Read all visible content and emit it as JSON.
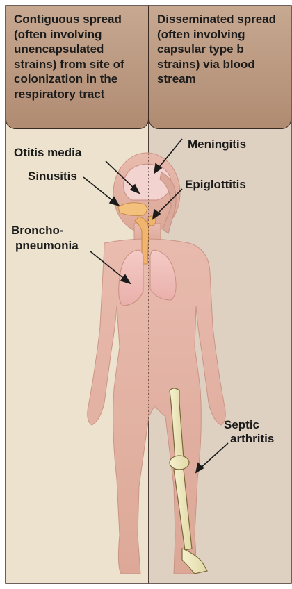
{
  "header_left": {
    "lines": [
      "Contiguous spread",
      "(often involving",
      "unencapsulated",
      "strains) from site of",
      "colonization in the",
      "respiratory tract"
    ]
  },
  "header_right": {
    "lines": [
      "Disseminated spread",
      "(often involving",
      "capsular type b",
      "strains) via blood",
      "stream"
    ]
  },
  "labels": {
    "otitis_media": "Otitis media",
    "sinusitis": "Sinusitis",
    "broncho_line1": "Broncho-",
    "broncho_line2": "pneumonia",
    "meningitis": "Meningitis",
    "epiglottitis": "Epiglottitis",
    "septic_line1": "Septic",
    "septic_line2": "arthritis"
  },
  "colors": {
    "left_panel": "#ece2cd",
    "right_panel": "#dfd1c2",
    "header": "#b99a83",
    "body": "#e6b4a6",
    "lungs": "#f2c3bf",
    "bone": "#efe8c0"
  }
}
